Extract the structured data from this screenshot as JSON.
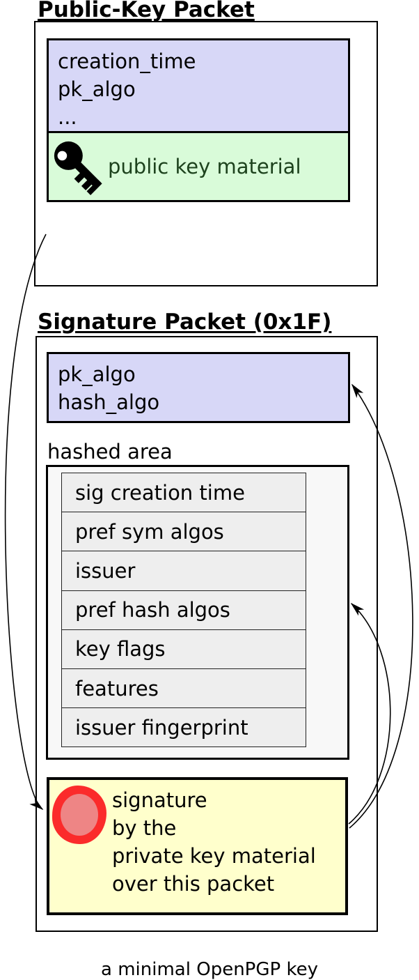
{
  "public_key_packet": {
    "title": "Public-Key Packet",
    "header_fields": [
      "creation_time",
      "pk_algo",
      "..."
    ],
    "material_label": "public key material"
  },
  "signature_packet": {
    "title": "Signature Packet (0x1F)",
    "header_fields": [
      "pk_algo",
      "hash_algo"
    ],
    "hashed_area": {
      "label": "hashed area",
      "subpackets": [
        "sig creation time",
        "pref sym algos",
        "issuer",
        "pref hash algos",
        "key flags",
        "features",
        "issuer fingerprint"
      ]
    },
    "signature_block": {
      "lines": [
        "signature",
        "by the",
        "private key material",
        "over this packet"
      ]
    }
  },
  "caption": "a minimal OpenPGP key",
  "icons": {
    "key": "key-icon",
    "seal": "wax-seal-icon"
  },
  "colors": {
    "purple": "#d7d7f7",
    "green": "#d9fbd9",
    "green_text": "#1d421d",
    "yellow": "#ffffcc",
    "hashed_bg": "#f8f8f8",
    "row_bg": "#eeeeee",
    "seal_ring": "#fb2b2b",
    "seal_inner": "#ee8585"
  }
}
